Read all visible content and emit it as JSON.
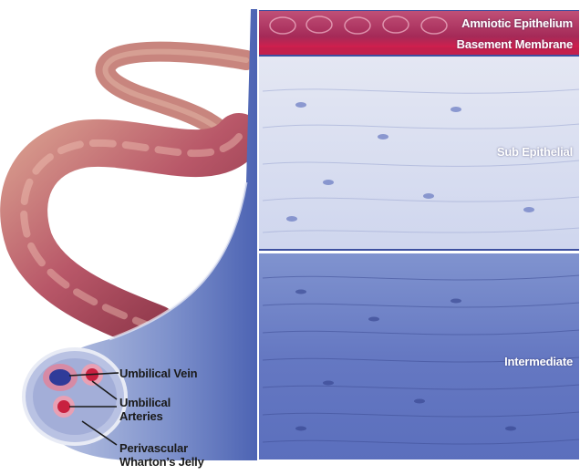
{
  "panel_labels": {
    "amniotic_epithelium": "Amniotic Epithelium",
    "basement_membrane": "Basement Membrane",
    "sub_epithelial": "Sub Epithelial",
    "intermediate": "Intermediate"
  },
  "callouts": {
    "umbilical_vein": "Umbilical Vein",
    "umbilical_arteries_line1": "Umbilical",
    "umbilical_arteries_line2": "Arteries",
    "perivascular_line1": "Perivascular",
    "perivascular_line2": "Wharton’s Jelly"
  },
  "colors": {
    "epithelium": "#b0325e",
    "membrane": "#c41f4c",
    "sub_epithelial_tissue": "#d9def0",
    "intermediate_tissue": "#6d7fc4",
    "cord": "#b8586a",
    "vein": "#2f3b99",
    "artery": "#c8203f"
  }
}
